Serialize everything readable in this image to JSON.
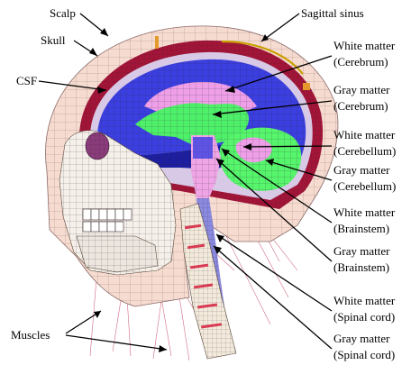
{
  "labels": {
    "scalp": "Scalp",
    "skull": "Skull",
    "csf": "CSF",
    "muscles": "Muscles",
    "sagittal_sinus": "Sagittal sinus",
    "wm_cerebrum_1": "White matter",
    "wm_cerebrum_2": "(Cerebrum)",
    "gm_cerebrum_1": "Gray matter",
    "gm_cerebrum_2": "(Cerebrum)",
    "wm_cerebellum_1": "White matter",
    "wm_cerebellum_2": "(Cerebellum)",
    "gm_cerebellum_1": "Gray matter",
    "gm_cerebellum_2": "(Cerebellum)",
    "wm_brainstem_1": "White matter",
    "wm_brainstem_2": "(Brainstem)",
    "gm_brainstem_1": "Gray matter",
    "gm_brainstem_2": "(Brainstem)",
    "wm_spinal_1": "White matter",
    "wm_spinal_2": "(Spinal cord)",
    "gm_spinal_1": "Gray matter",
    "gm_spinal_2": "(Spinal cord)"
  },
  "colors": {
    "scalp": "#f6dcd0",
    "skull": "#a31538",
    "csf": "#d8c9e6",
    "sinus": "#c9a000",
    "white_matter": "#3b3fe0",
    "gray_matter_cerebrum": "#ee9fe8",
    "cerebrum_core": "#4ef06a",
    "cerebellum_gray": "#56f56c",
    "brainstem": "#f0a6e6",
    "spinal": "#8a8ae0",
    "vertebra": "#f3eadc",
    "disc": "#d93a52",
    "muscle_fiber": "#c23a58",
    "eye": "#8a3c7a"
  }
}
